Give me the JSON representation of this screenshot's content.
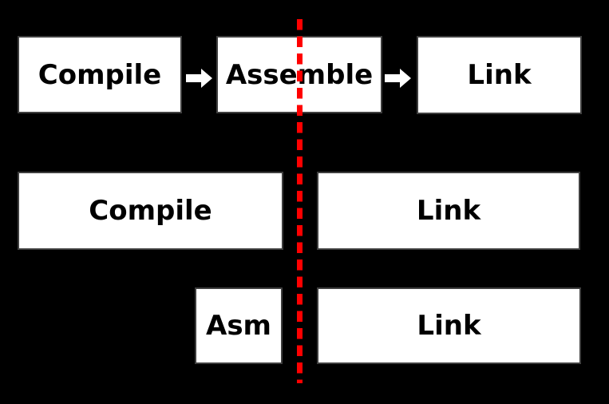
{
  "diagram": {
    "rows": {
      "top": {
        "compile": {
          "label": "Compile"
        },
        "assemble": {
          "label": "Assemble"
        },
        "link": {
          "label": "Link"
        }
      },
      "middle": {
        "compile": {
          "label": "Compile"
        },
        "link": {
          "label": "Link"
        }
      },
      "bottom": {
        "asm": {
          "label": "Asm"
        },
        "link": {
          "label": "Link"
        }
      }
    },
    "icons": {
      "arrow_right": "right-block-arrow",
      "divider": "vertical-red-dashed-line"
    },
    "colors": {
      "background": "#000000",
      "box_fill": "#ffffff",
      "box_border": "#3f3f3f",
      "text": "#000000",
      "arrow_fill": "#ffffff",
      "divider": "#ff0000"
    }
  }
}
